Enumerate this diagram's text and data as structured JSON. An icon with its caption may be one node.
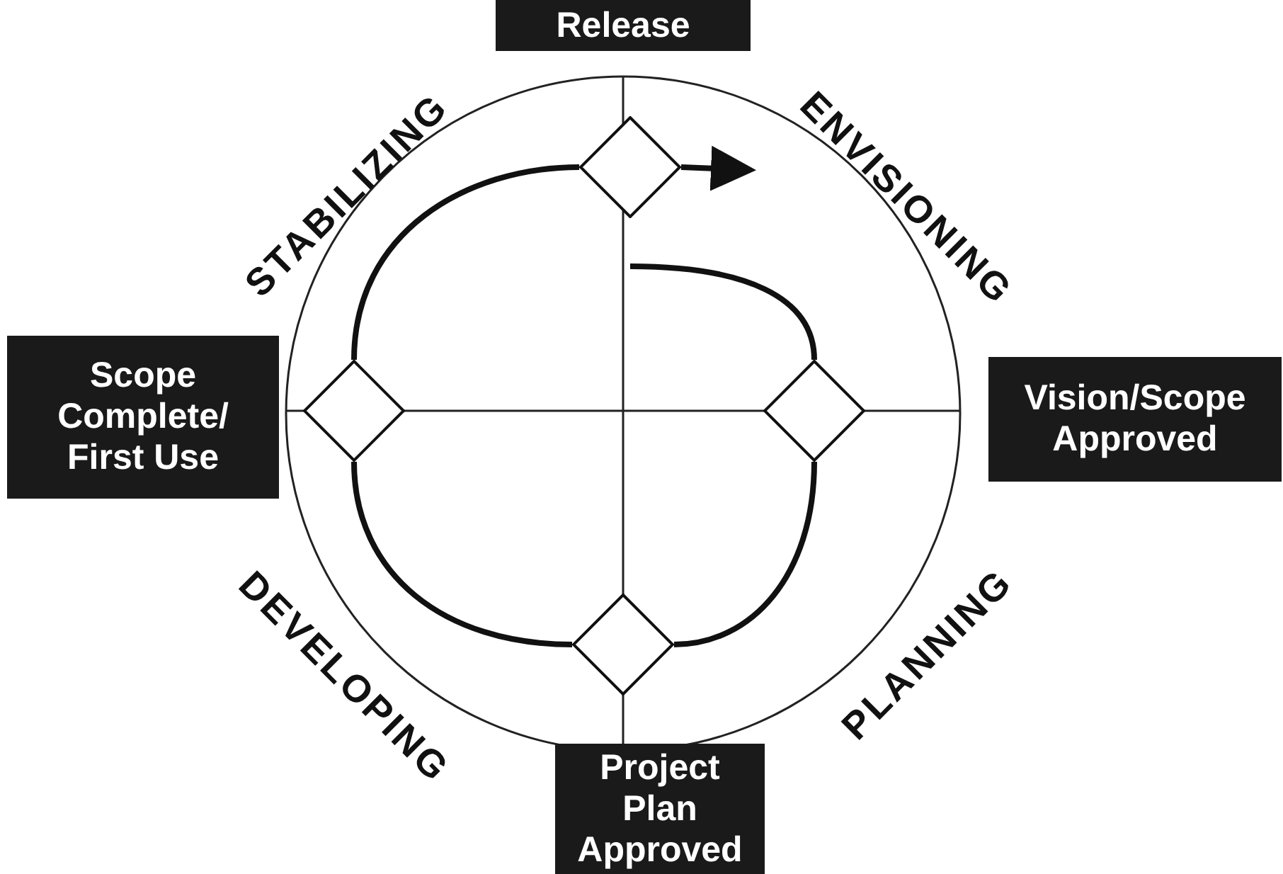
{
  "diagram": {
    "nodes": [
      {
        "text": [
          "Release"
        ]
      },
      {
        "text": [
          "Vision/Scope Approved"
        ]
      },
      {
        "text": [
          "Project Plan Approved"
        ]
      },
      {
        "text": [
          "Scope Complete/ First Use"
        ]
      },
      {
        "text": [],
        "shape": "diamond"
      },
      {
        "text": [],
        "shape": "diamond"
      },
      {
        "text": [],
        "shape": "diamond"
      },
      {
        "text": [],
        "shape": "diamond"
      }
    ],
    "edges": [
      {
        "from": null,
        "to": 5,
        "arrow": "none"
      },
      {
        "from": 5,
        "to": 6,
        "arrow": "none"
      },
      {
        "from": 6,
        "to": 7,
        "arrow": "none"
      },
      {
        "from": 7,
        "to": 4,
        "arrow": "none"
      },
      {
        "from": 4,
        "to": null,
        "arrow": "to"
      }
    ],
    "labels": [
      "STABILIZING",
      "ENVISIONING",
      "PLANNING",
      "DEVELOPING"
    ]
  }
}
